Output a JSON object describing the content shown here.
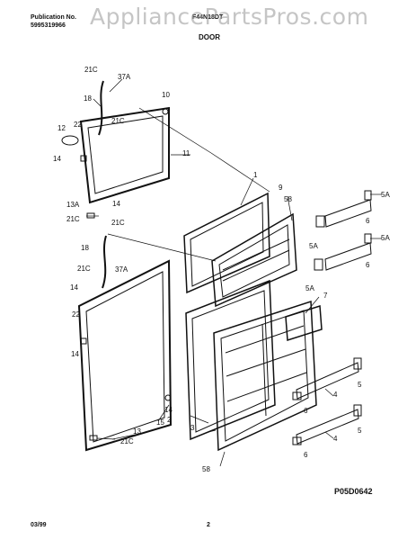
{
  "header": {
    "publication_label": "Publication No.",
    "publication_number": "5995319966",
    "model": "F44N18DT",
    "section_title": "DOOR"
  },
  "watermark": "AppliancePartsPros.com",
  "footer": {
    "date": "03/99",
    "page": "2",
    "drawing_code": "P05D0642"
  },
  "callouts": [
    "21C",
    "37A",
    "18",
    "10",
    "12",
    "22",
    "21C",
    "14",
    "11",
    "1",
    "9",
    "58",
    "5A",
    "6",
    "13A",
    "21C",
    "14",
    "21C",
    "5A",
    "5A",
    "6",
    "18",
    "21C",
    "37A",
    "14",
    "22",
    "5A",
    "7",
    "14",
    "14",
    "4",
    "5",
    "6",
    "15",
    "13",
    "21C",
    "2",
    "3",
    "4",
    "5",
    "6",
    "58"
  ]
}
